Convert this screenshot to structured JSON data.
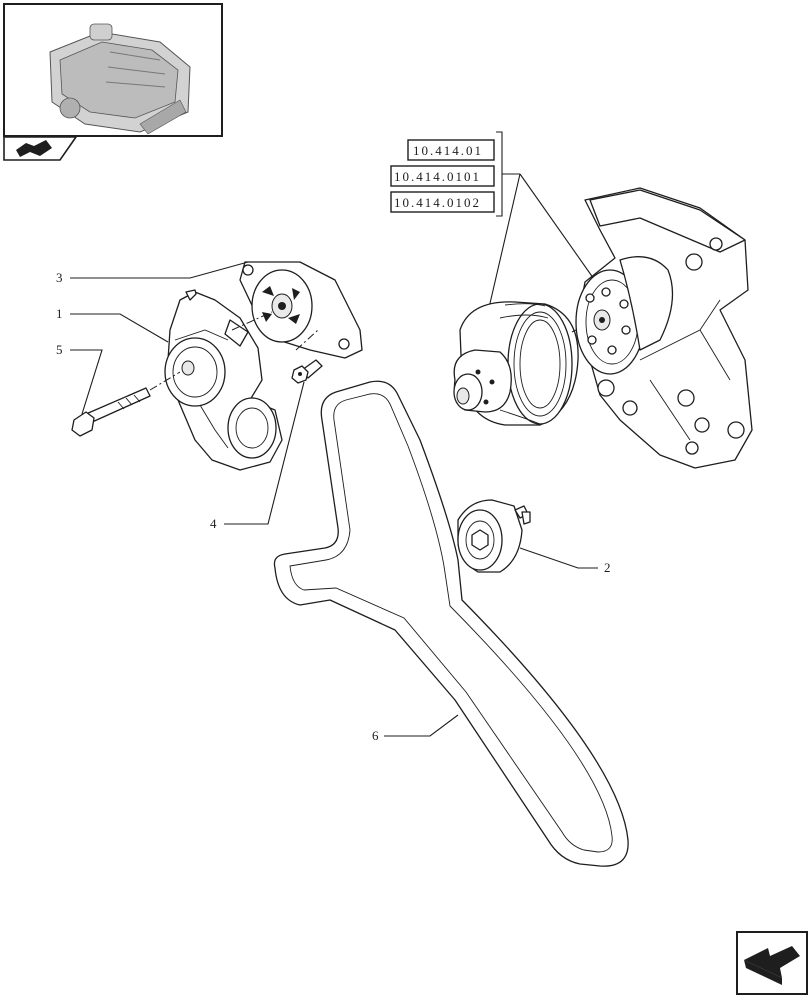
{
  "references": [
    "10.414.01",
    "10.414.0101",
    "10.414.0102"
  ],
  "callouts": [
    {
      "id": "1",
      "label": "1"
    },
    {
      "id": "2",
      "label": "2"
    },
    {
      "id": "3",
      "label": "3"
    },
    {
      "id": "4",
      "label": "4"
    },
    {
      "id": "5",
      "label": "5"
    },
    {
      "id": "6",
      "label": "6"
    }
  ],
  "icons": {
    "thumbnail": "engine-thumbnail-icon",
    "group_marker": "section-marker-icon",
    "navigation": "next-page-arrow-icon"
  }
}
